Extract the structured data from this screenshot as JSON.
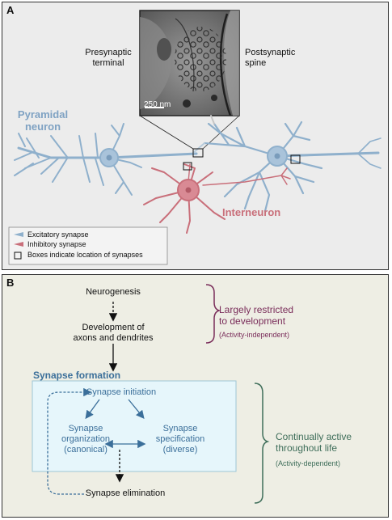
{
  "panel_a": {
    "label": "A",
    "presynaptic": "Presynaptic\nterminal",
    "postsynaptic": "Postsynaptic\nspine",
    "scale_bar": "250 nm",
    "pyramidal": "Pyramidal\nneuron",
    "interneuron": "Interneuron",
    "legend": {
      "excitatory": "Excitatory synapse",
      "inhibitory": "Inhibitory synapse",
      "boxes": "Boxes indicate location of synapses"
    }
  },
  "panel_b": {
    "label": "B",
    "neurogenesis": "Neurogenesis",
    "development": "Development of\naxons and dendrites",
    "restricted": "Largely restricted\nto development",
    "activity_independent": "(Activity-independent)",
    "synapse_formation": "Synapse formation",
    "initiation": "Synapse initiation",
    "organization": "Synapse\norganization\n(canonical)",
    "specification": "Synapse\nspecification\n(diverse)",
    "elimination": "Synapse elimination",
    "continual": "Continually active\nthroughout life",
    "activity_dependent": "(Activity-dependent)"
  },
  "colors": {
    "pyramidal": "#8fb0cc",
    "interneuron": "#c96f7a",
    "formation_blue": "#3b6f9a",
    "restricted_purple": "#7a2d5a",
    "continual_green": "#3f6e5a",
    "formation_box": "#e6f6fb"
  }
}
